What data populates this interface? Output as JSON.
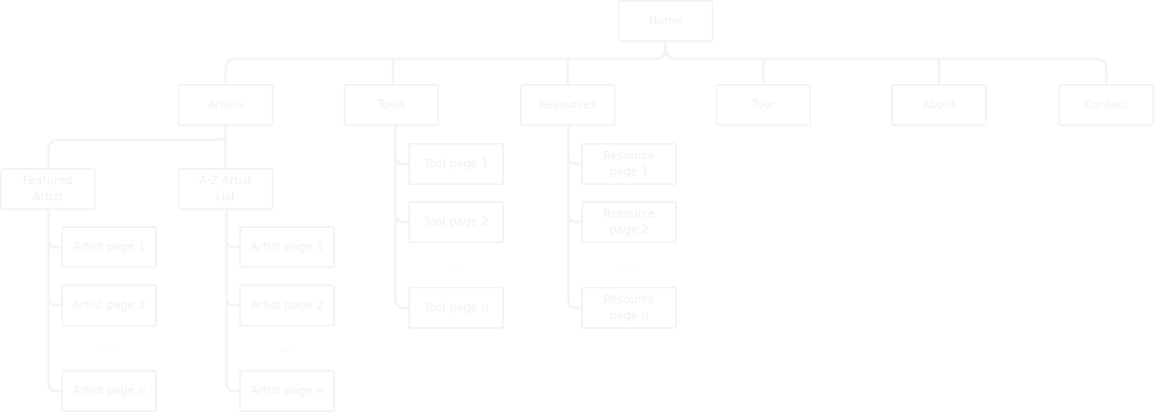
{
  "sitemap": {
    "root": {
      "label": "Home"
    },
    "sections": {
      "artists": {
        "label": "Artists",
        "color": "#9b45a8"
      },
      "tools": {
        "label": "Tools",
        "color": "#e8806b"
      },
      "resources": {
        "label": "Resources",
        "color": "#a89c13"
      },
      "tour": {
        "label": "Tour",
        "color": "#de4b9a"
      },
      "about": {
        "label": "About"
      },
      "contact": {
        "label": "Contact"
      }
    },
    "artists_children": {
      "featured": {
        "line1": "Featured",
        "line2": "Artist"
      },
      "az_list": {
        "line1": "A-Z Artist",
        "line2": "List"
      },
      "featured_pages": [
        "Artist page 1",
        "Artist page 2",
        "...",
        "Artist page n"
      ],
      "az_pages": [
        "Artist page 1",
        "Artist page 2",
        "...",
        "Artist page n"
      ]
    },
    "tools_pages": [
      "Tool page 1",
      "Tool page 2",
      "...",
      "Tool page n"
    ],
    "resources_pages": [
      {
        "line1": "Resource",
        "line2": "page 1"
      },
      {
        "line1": "Resource",
        "line2": "page 2"
      },
      {
        "line1": "...",
        "line2": ""
      },
      {
        "line1": "Resource",
        "line2": "page n"
      }
    ]
  }
}
